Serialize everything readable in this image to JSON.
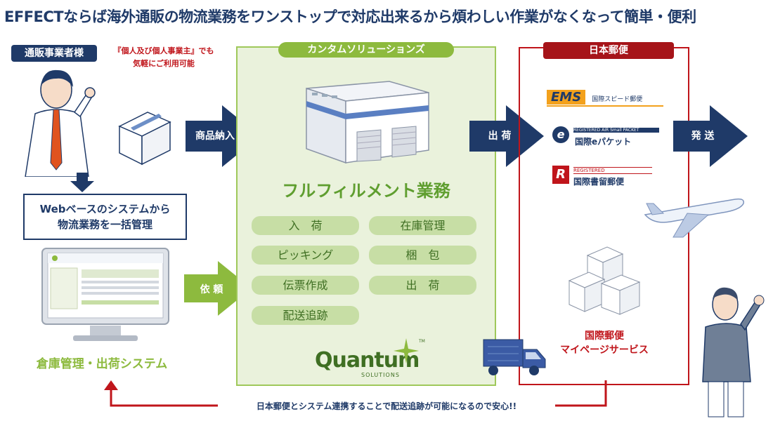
{
  "headline": "EFFECTならば海外通販の物流業務をワンストップで対応出来るから煩わしい作業がなくなって簡単・便利",
  "merchant": {
    "tag": "通販事業者様",
    "note_line1": "『個人及び個人事業主』でも",
    "note_line2": "気軽にご利用可能"
  },
  "web_box": {
    "line1": "Webベースのシステムから",
    "line2": "物流業務を一括管理"
  },
  "wms_label": "倉庫管理・出荷システム",
  "arrows": {
    "goods_in": "商品納入",
    "request": "依 頼",
    "ship_out": "出 荷",
    "dispatch": "発 送"
  },
  "quantum": {
    "tab": "カンタムソリューションズ",
    "title": "フルフィルメント業務",
    "tasks": [
      "入　荷",
      "在庫管理",
      "ピッキング",
      "梱　包",
      "伝票作成",
      "出　荷",
      "配送追跡"
    ],
    "logo_main": "Quantum",
    "logo_sub": "SOLUTIONS",
    "logo_tm": "TM"
  },
  "japan_post": {
    "tab": "日本郵便",
    "services": [
      {
        "mark": "EMS",
        "name": "国際スピード郵便"
      },
      {
        "mark": "REGISTERED AIR Small PACKET",
        "name": "国際eパケット"
      },
      {
        "mark": "REGISTERED",
        "name": "国際書留郵便"
      }
    ],
    "mypage_line1": "国際郵便",
    "mypage_line2": "マイページサービス"
  },
  "bottom_note": "日本郵便とシステム連携することで配送追跡が可能になるので安心!!",
  "colors": {
    "navy": "#1f3a68",
    "green": "#8dba3e",
    "red": "#c0151b",
    "orange": "#f3a11c"
  }
}
